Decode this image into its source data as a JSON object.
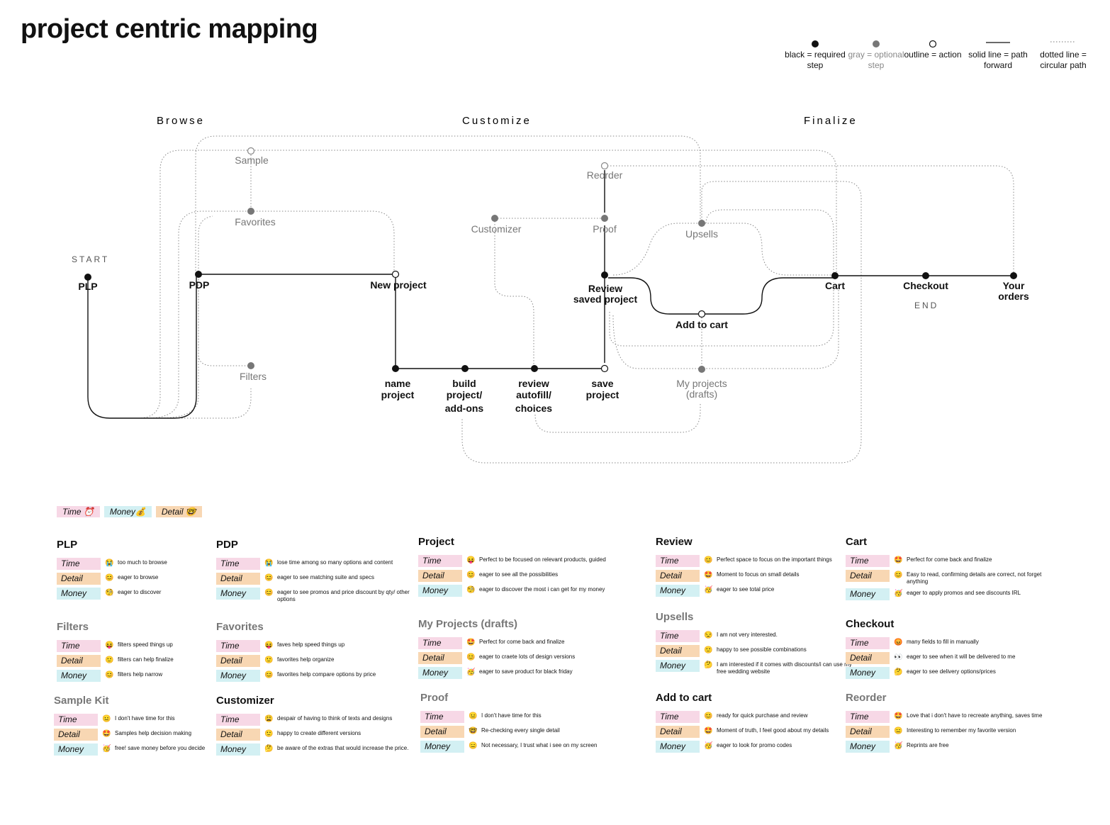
{
  "title": "project centric mapping",
  "legend": [
    {
      "symbol": "filled-black-dot",
      "label": "black = required step"
    },
    {
      "symbol": "filled-gray-dot",
      "label": "gray = optional step"
    },
    {
      "symbol": "outline-dot",
      "label": "outline = action"
    },
    {
      "symbol": "solid-line",
      "label": "solid line = path forward"
    },
    {
      "symbol": "dotted-line",
      "label": "dotted line = circular path"
    }
  ],
  "phases": [
    "Browse",
    "Customize",
    "Finalize"
  ],
  "start_label": "START",
  "end_label": "END",
  "nodes": {
    "plp": "PLP",
    "pdp": "PDP",
    "sample": "Sample",
    "favorites": "Favorites",
    "filters": "Filters",
    "new_project": "New project",
    "name_project": [
      "name",
      "project"
    ],
    "build_project": [
      "build",
      "project/",
      "add-ons"
    ],
    "review_autofill": [
      "review",
      "autofill/",
      "choices"
    ],
    "save_project": [
      "save",
      "project"
    ],
    "customizer": "Customizer",
    "proof": "Proof",
    "reorder": "Reorder",
    "review_saved": [
      "Review",
      "saved project"
    ],
    "upsells": "Upsells",
    "add_to_cart": "Add to cart",
    "my_projects": [
      "My projects",
      "(drafts)"
    ],
    "cart": "Cart",
    "checkout": "Checkout",
    "your_orders": [
      "Your",
      "orders"
    ]
  },
  "key": {
    "time": "Time ⏰",
    "money": "Money💰",
    "detail": "Detail 🤓"
  },
  "cards": [
    {
      "id": "plp",
      "title": "PLP",
      "gray": false,
      "rows": [
        {
          "type": "Time",
          "emoji": "😭",
          "text": "too much to browse"
        },
        {
          "type": "Detail",
          "emoji": "😊",
          "text": "eager to browse"
        },
        {
          "type": "Money",
          "emoji": "🧐",
          "text": "eager to discover"
        }
      ]
    },
    {
      "id": "filters",
      "title": "Filters",
      "gray": true,
      "rows": [
        {
          "type": "Time",
          "emoji": "😝",
          "text": "filters speed things up"
        },
        {
          "type": "Detail",
          "emoji": "🙂",
          "text": "filters can help finalize"
        },
        {
          "type": "Money",
          "emoji": "😊",
          "text": "filters help narrow"
        }
      ]
    },
    {
      "id": "sample",
      "title": "Sample Kit",
      "gray": true,
      "rows": [
        {
          "type": "Time",
          "emoji": "😐",
          "text": "I don't have time for this"
        },
        {
          "type": "Detail",
          "emoji": "🤩",
          "text": "Samples help decision making"
        },
        {
          "type": "Money",
          "emoji": "🥳",
          "text": "free! save money before you decide"
        }
      ]
    },
    {
      "id": "pdp",
      "title": "PDP",
      "gray": false,
      "rows": [
        {
          "type": "Time",
          "emoji": "😭",
          "text": "lose time among so many options and content"
        },
        {
          "type": "Detail",
          "emoji": "😊",
          "text": "eager to see matching suite and specs"
        },
        {
          "type": "Money",
          "emoji": "😊",
          "text": "eager to see promos and price discount by qty/ other options"
        }
      ]
    },
    {
      "id": "favorites",
      "title": "Favorites",
      "gray": true,
      "rows": [
        {
          "type": "Time",
          "emoji": "😝",
          "text": "faves help speed things up"
        },
        {
          "type": "Detail",
          "emoji": "🙂",
          "text": "favorites help organize"
        },
        {
          "type": "Money",
          "emoji": "😊",
          "text": "favorites help compare options by price"
        }
      ]
    },
    {
      "id": "customizer",
      "title": "Customizer",
      "gray": false,
      "rows": [
        {
          "type": "Time",
          "emoji": "😩",
          "text": "despair of having to think of texts and designs"
        },
        {
          "type": "Detail",
          "emoji": "🙂",
          "text": "happy to create different versions"
        },
        {
          "type": "Money",
          "emoji": "🤔",
          "text": "be aware of the extras that would increase the price."
        }
      ]
    },
    {
      "id": "project",
      "title": "Project",
      "gray": false,
      "rows": [
        {
          "type": "Time",
          "emoji": "😝",
          "text": "Perfect to be focused on relevant products, guided"
        },
        {
          "type": "Detail",
          "emoji": "😊",
          "text": "eager to see all the possibilities"
        },
        {
          "type": "Money",
          "emoji": "🧐",
          "text": "eager to discover the most i can get for my money"
        }
      ]
    },
    {
      "id": "drafts",
      "title": "My Projects (drafts)",
      "gray": true,
      "rows": [
        {
          "type": "Time",
          "emoji": "🤩",
          "text": "Perfect for come back and finalize"
        },
        {
          "type": "Detail",
          "emoji": "😊",
          "text": "eager to craete lots of design versions"
        },
        {
          "type": "Money",
          "emoji": "🥳",
          "text": "eager to save product for black friday"
        }
      ]
    },
    {
      "id": "proof",
      "title": "Proof",
      "gray": true,
      "rows": [
        {
          "type": "Time",
          "emoji": "😐",
          "text": "I don't have time for this"
        },
        {
          "type": "Detail",
          "emoji": "🤓",
          "text": "Re-checking every single detail"
        },
        {
          "type": "Money",
          "emoji": "😑",
          "text": "Not necessary, I trust what i see on my screen"
        }
      ]
    },
    {
      "id": "review",
      "title": "Review",
      "gray": false,
      "rows": [
        {
          "type": "Time",
          "emoji": "😊",
          "text": "Perfect  space to focus on the important things"
        },
        {
          "type": "Detail",
          "emoji": "🤩",
          "text": "Moment to focus on small details"
        },
        {
          "type": "Money",
          "emoji": "🥳",
          "text": "eager to see total price"
        }
      ]
    },
    {
      "id": "upsells",
      "title": "Upsells",
      "gray": true,
      "rows": [
        {
          "type": "Time",
          "emoji": "😒",
          "text": "I am not very interested."
        },
        {
          "type": "Detail",
          "emoji": "🙂",
          "text": "happy to see possible combinations"
        },
        {
          "type": "Money",
          "emoji": "🤔",
          "text": "I am interested if it comes with discounts/i can use my free wedding website"
        }
      ]
    },
    {
      "id": "addtocart",
      "title": "Add to cart",
      "gray": false,
      "rows": [
        {
          "type": "Time",
          "emoji": "😊",
          "text": "ready for quick purchase and review"
        },
        {
          "type": "Detail",
          "emoji": "🤩",
          "text": "Moment of truth, I feel good about my details"
        },
        {
          "type": "Money",
          "emoji": "🥳",
          "text": "eager to look for promo codes"
        }
      ]
    },
    {
      "id": "cart",
      "title": "Cart",
      "gray": false,
      "rows": [
        {
          "type": "Time",
          "emoji": "🤩",
          "text": "Perfect for come back and finalize"
        },
        {
          "type": "Detail",
          "emoji": "😊",
          "text": "Easy to read, confirming details are correct, not forget anything"
        },
        {
          "type": "Money",
          "emoji": "🥳",
          "text": "eager to apply promos and see discounts IRL"
        }
      ]
    },
    {
      "id": "checkout",
      "title": "Checkout",
      "gray": false,
      "rows": [
        {
          "type": "Time",
          "emoji": "😡",
          "text": "many fields to fill in manually"
        },
        {
          "type": "Detail",
          "emoji": "👀",
          "text": "eager to see when it will be delivered to me"
        },
        {
          "type": "Money",
          "emoji": "🤔",
          "text": "eager to see delivery options/prices"
        }
      ]
    },
    {
      "id": "reorder",
      "title": "Reorder",
      "gray": true,
      "rows": [
        {
          "type": "Time",
          "emoji": "🤩",
          "text": "Love that i don't have to recreate anything, saves time"
        },
        {
          "type": "Detail",
          "emoji": "😑",
          "text": "Interesting to remember my favorite version"
        },
        {
          "type": "Money",
          "emoji": "🥳",
          "text": "Reprints are free"
        }
      ]
    }
  ]
}
